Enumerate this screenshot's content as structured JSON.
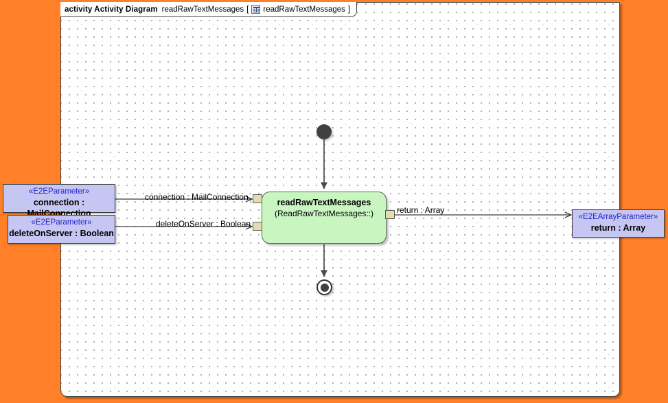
{
  "canvas": {
    "background_color": "#FF8028",
    "frame_background": "#FFFFFF",
    "frame_border_color": "#4A4A4A"
  },
  "frame": {
    "keyword": "activity Activity Diagram",
    "name": "readRawTextMessages",
    "bracket_open": "[",
    "icon_label": "activity-diagram-icon",
    "context_name": "readRawTextMessages",
    "bracket_close": "]"
  },
  "nodes": {
    "initial": {
      "label": "initial-node"
    },
    "final": {
      "label": "activity-final-node"
    },
    "activity": {
      "name": "readRawTextMessages",
      "qualified_type": "(ReadRawTextMessages::)",
      "fill_color": "#C8F5C0",
      "border_color": "#4E6B4E"
    }
  },
  "pins": {
    "input_connection": "connection-input-pin",
    "input_delete_on_server": "deleteOnServer-input-pin",
    "output_return": "return-output-pin",
    "fill_color": "#E2DDB8"
  },
  "parameters": [
    {
      "id": "connection",
      "stereotype": "«E2EParameter»",
      "name": "connection : MailConnection",
      "fill_color": "#C6C6F2",
      "stereotype_color": "#2222CC"
    },
    {
      "id": "deleteOnServer",
      "stereotype": "«E2EParameter»",
      "name": "deleteOnServer : Boolean",
      "fill_color": "#C6C6F2",
      "stereotype_color": "#2222CC"
    },
    {
      "id": "return",
      "stereotype": "«E2EArrayParameter»",
      "name": "return : Array",
      "fill_color": "#C6C6F2",
      "stereotype_color": "#2222CC"
    }
  ],
  "edges": [
    {
      "id": "connection-edge",
      "label": "connection : MailConnection"
    },
    {
      "id": "deleteonserver-edge",
      "label": "deleteOnServer : Boolean"
    },
    {
      "id": "return-edge",
      "label": "return : Array"
    }
  ]
}
